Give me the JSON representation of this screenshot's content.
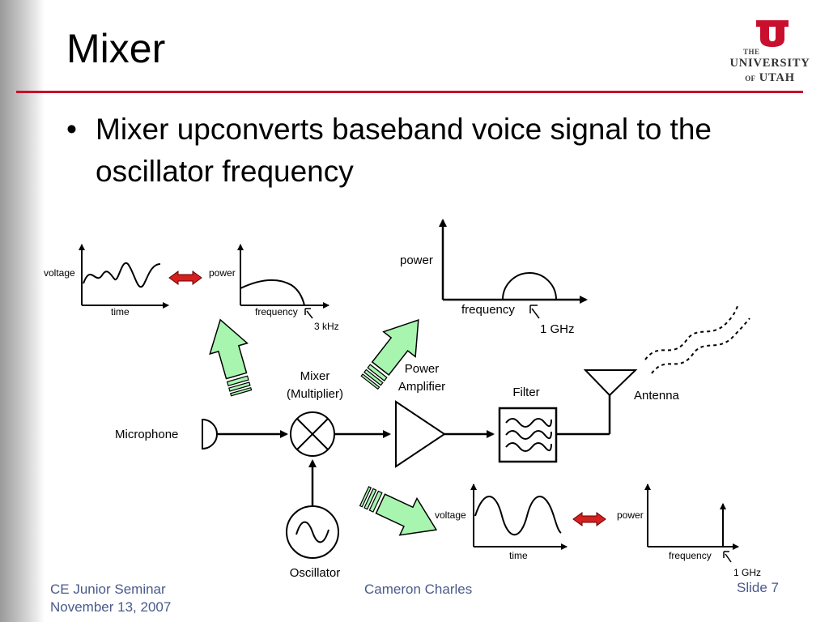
{
  "slide": {
    "title": "Mixer",
    "bullet": "Mixer upconverts baseband voice signal to the oscillator frequency"
  },
  "logo": {
    "the": "THE",
    "university": "UNIVERSITY",
    "of": "OF",
    "utah": "UTAH",
    "color": "#c8102e"
  },
  "diagram": {
    "blocks": {
      "microphone": "Microphone",
      "mixer_line1": "Mixer",
      "mixer_line2": "(Multiplier)",
      "power_amp_line1": "Power",
      "power_amp_line2": "Amplifier",
      "filter": "Filter",
      "antenna": "Antenna",
      "oscillator": "Oscillator"
    },
    "plots": {
      "voice_time": {
        "ylabel": "voltage",
        "xlabel": "time"
      },
      "voice_spectrum": {
        "ylabel": "power",
        "xlabel": "frequency",
        "marker": "3 kHz"
      },
      "output_spectrum": {
        "ylabel": "power",
        "xlabel": "frequency",
        "marker": "1 GHz"
      },
      "osc_time": {
        "ylabel": "voltage",
        "xlabel": "time"
      },
      "osc_spectrum": {
        "ylabel": "power",
        "xlabel": "frequency",
        "marker": "1 GHz"
      }
    },
    "colors": {
      "arrow_fill": "#a8f5b0",
      "double_arrow": "#d42020"
    }
  },
  "footer": {
    "course": "CE Junior Seminar",
    "date": "November 13, 2007",
    "author": "Cameron Charles",
    "slide_label": "Slide 7"
  }
}
